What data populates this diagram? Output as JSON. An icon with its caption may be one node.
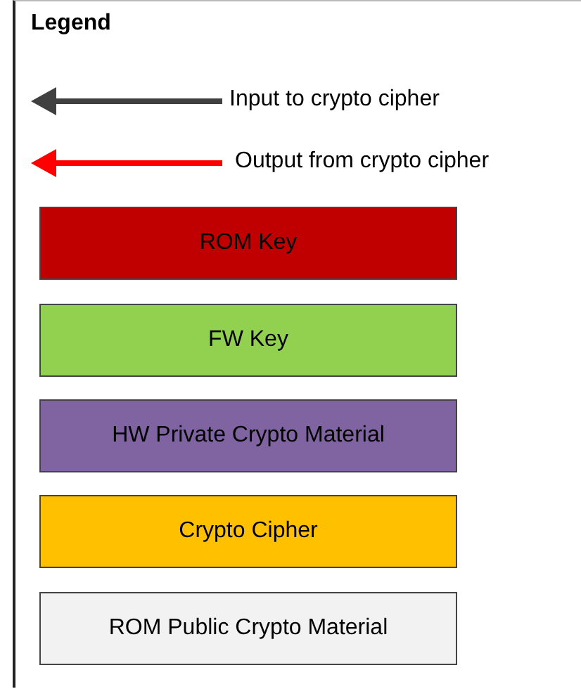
{
  "diagram": {
    "title": "Legend",
    "legend": [
      {
        "text": "Input to crypto cipher"
      },
      {
        "text": "Output from crypto cipher"
      },
      {
        "text": "ROM Key",
        "color": "#c00000"
      },
      {
        "text": "FW Key",
        "color": "#92d050"
      },
      {
        "text": "HW Private Crypto Material",
        "color": "#8064a2"
      },
      {
        "text": "Crypto Cipher",
        "color": "#ffc000"
      },
      {
        "text": "ROM Public Crypto Material",
        "color": "#f2f2f2"
      }
    ]
  }
}
